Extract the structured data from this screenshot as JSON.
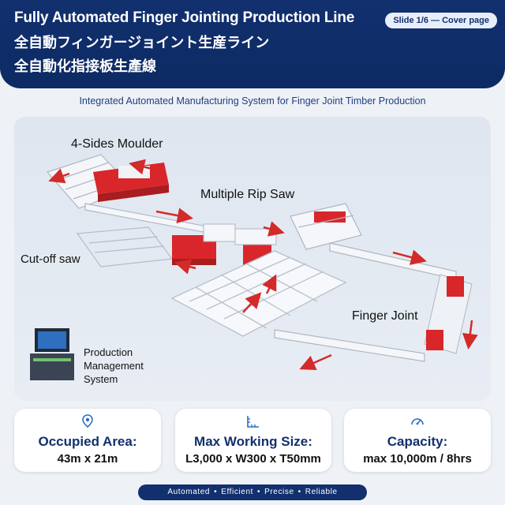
{
  "header": {
    "title_en": "Fully Automated Finger Jointing Production Line",
    "title_jp": "全自動フィンガージョイント生産ライン",
    "title_cn": "全自動化指接板生產線",
    "slide_badge": "Slide 1/6 — Cover page"
  },
  "subtitle": "Integrated Automated Manufacturing System for Finger Joint Timber Production",
  "diagram": {
    "labels": {
      "moulder": "4-Sides Moulder",
      "rip_saw": "Multiple Rip Saw",
      "cutoff": "Cut-off saw",
      "finger_joint": "Finger Joint",
      "pms_line1": "Production",
      "pms_line2": "Management",
      "pms_line3": "System"
    },
    "colors": {
      "machine_red": "#d8262b",
      "arrow_red": "#d32a2a",
      "frame": "#bfc7d2"
    }
  },
  "stats": [
    {
      "icon": "location-pin-icon",
      "label": "Occupied Area:",
      "value": "43m x 21m"
    },
    {
      "icon": "ruler-icon",
      "label": "Max Working Size:",
      "value": "L3,000 x W300 x T50mm"
    },
    {
      "icon": "speedometer-icon",
      "label": "Capacity:",
      "value": "max 10,000m / 8hrs"
    }
  ],
  "footer": {
    "items": [
      "Automated",
      "Efficient",
      "Precise",
      "Reliable"
    ],
    "separator": "•"
  },
  "colors": {
    "navy": "#12306e",
    "accent_red": "#d8262b"
  }
}
